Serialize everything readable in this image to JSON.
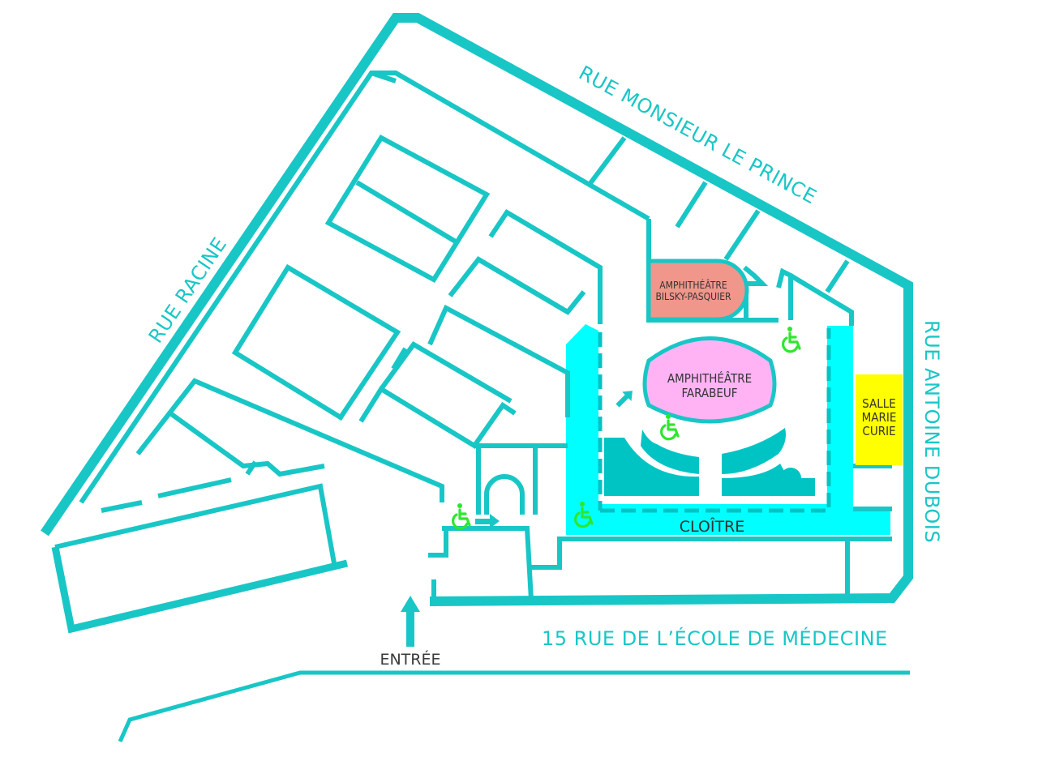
{
  "streets": {
    "rue_monsieur_le_prince": "RUE MONSIEUR LE PRINCE",
    "rue_racine": "RUE RACINE",
    "rue_antoine_dubois": "RUE ANTOINE DUBOIS",
    "rue_ecole_medecine": "15 RUE DE L’ÉCOLE DE MÉDECINE"
  },
  "rooms": {
    "amphi_bilsky": {
      "line1": "AMPHITHÉÂTRE",
      "line2": "BILSKY-PASQUIER",
      "color": "#f0968a"
    },
    "amphi_farabeuf": {
      "line1": "AMPHITHÉÂTRE",
      "line2": "FARABEUF",
      "color": "#ffb3f5"
    },
    "salle_marie_curie": {
      "line1": "SALLE",
      "line2": "MARIE",
      "line3": "CURIE",
      "color": "#ffff00"
    },
    "cloitre": {
      "label": "CLOÎTRE",
      "color": "#00ffff"
    }
  },
  "entrance": {
    "label": "ENTRÉE"
  },
  "icons": {
    "accessible": "wheelchair-icon",
    "arrow": "direction-arrow-icon"
  },
  "colors": {
    "walls": "#19c6c6",
    "accessible": "#2ce82c"
  }
}
